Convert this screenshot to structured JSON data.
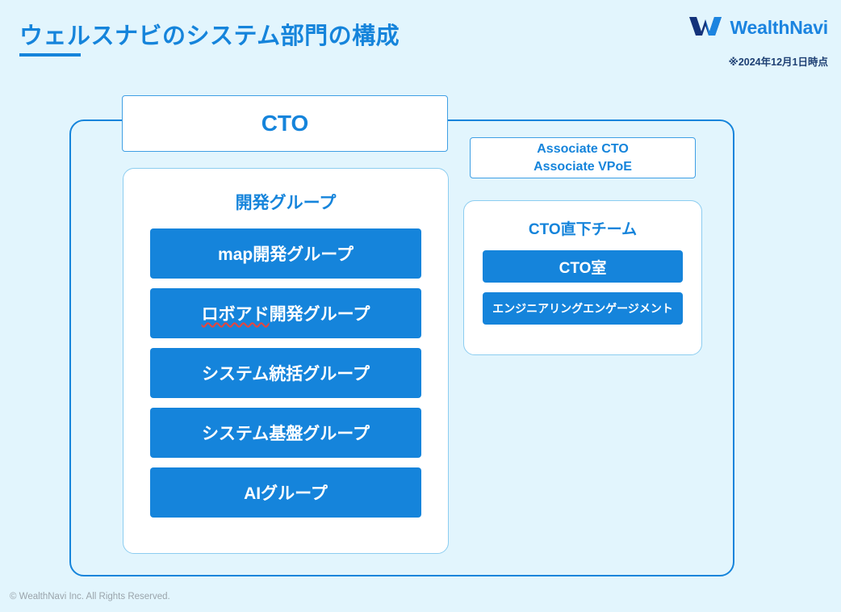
{
  "header": {
    "title": "ウェルスナビのシステム部門の構成",
    "brand_name": "WealthNavi",
    "brand_mark_icon": "wealthnavi-w-logo-icon",
    "as_of_note": "※2024年12月1日時点"
  },
  "chart": {
    "root": {
      "label": "CTO"
    },
    "left_group": {
      "title": "開発グループ",
      "items": [
        {
          "label": "map開発グループ",
          "spellcheck_segment": ""
        },
        {
          "label": "ロボアド開発グループ",
          "spellcheck_segment": "ロボアド"
        },
        {
          "label": "システム統括グループ",
          "spellcheck_segment": ""
        },
        {
          "label": "システム基盤グループ",
          "spellcheck_segment": ""
        },
        {
          "label": "AIグループ",
          "spellcheck_segment": ""
        }
      ]
    },
    "associate_box": {
      "line1": "Associate CTO",
      "line2": "Associate VPoE"
    },
    "direct_group": {
      "title": "CTO直下チーム",
      "items": [
        {
          "label": "CTO室",
          "size": "big"
        },
        {
          "label": "エンジニアリングエンゲージメント",
          "size": "small"
        }
      ]
    }
  },
  "footer": {
    "copyright": "© WealthNavi Inc. All Rights Reserved."
  },
  "colors": {
    "page_background": "#e2f5fd",
    "primary_blue": "#1584db",
    "card_border": "#8ccdf0",
    "chip_text": "#ffffff",
    "footer_text": "#9aa4ab",
    "spellcheck_red": "#e8453c",
    "logo_dark": "#13327a"
  }
}
